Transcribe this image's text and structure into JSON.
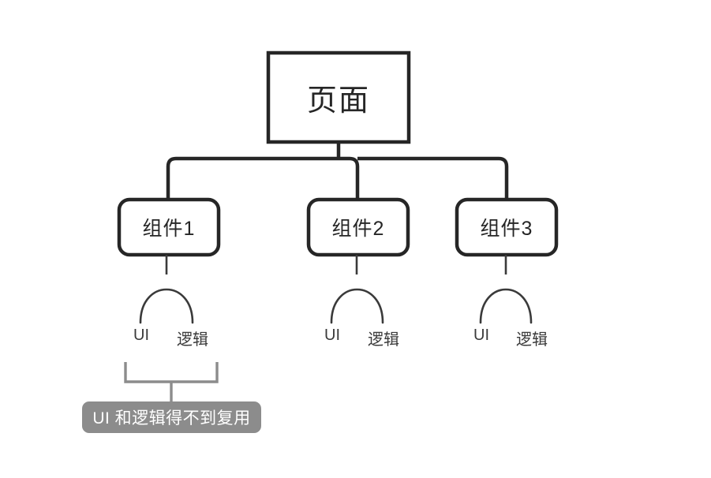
{
  "diagram": {
    "type": "tree",
    "background_color": "#ffffff",
    "stroke_color": "#262626",
    "accent_color": "#8c8c8c",
    "root": {
      "label": "页面",
      "shape": "rectangle"
    },
    "components": [
      {
        "label": "组件1",
        "shape": "rounded-rectangle",
        "leaves": [
          "UI",
          "逻辑"
        ]
      },
      {
        "label": "组件2",
        "shape": "rounded-rectangle",
        "leaves": [
          "UI",
          "逻辑"
        ]
      },
      {
        "label": "组件3",
        "shape": "rounded-rectangle",
        "leaves": [
          "UI",
          "逻辑"
        ]
      }
    ],
    "annotation": {
      "badge_text": "UI 和逻辑得不到复用",
      "badge_color": "#8c8c8c",
      "badge_text_color": "#ffffff",
      "bracket_color": "#8c8c8c",
      "targets": [
        "UI",
        "逻辑"
      ]
    }
  }
}
